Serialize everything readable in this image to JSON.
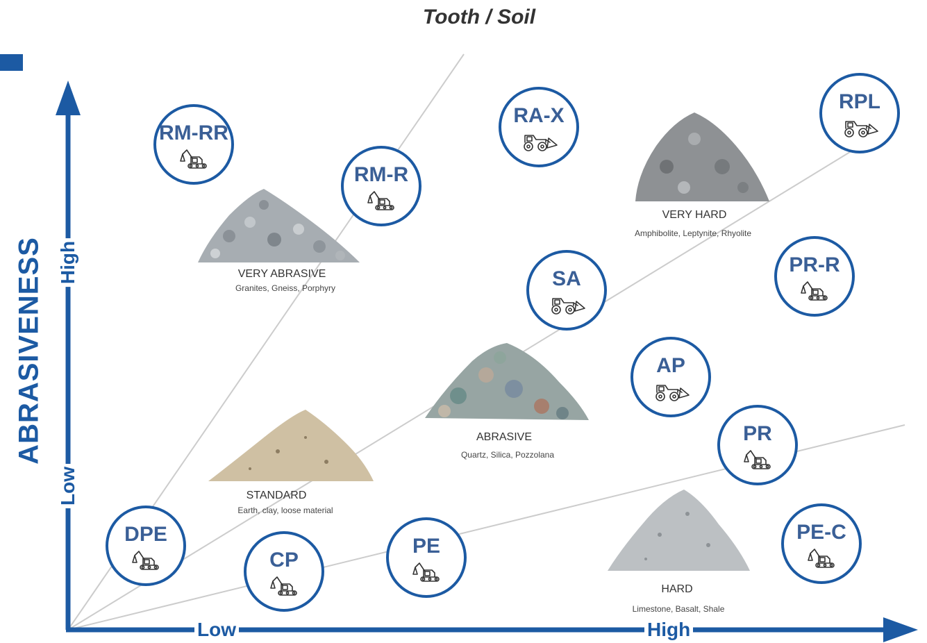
{
  "title": "Tooth / Soil",
  "y_axis": {
    "label": "ABRASIVENESS",
    "low": "Low",
    "high": "High"
  },
  "x_axis": {
    "low": "Low",
    "high": "High"
  },
  "colors": {
    "axis": "#1c5aa3",
    "code_text": "#3a5f96",
    "guide_lines": "#cccccc"
  },
  "products": [
    {
      "code": "RM-RR",
      "machine": "excavator"
    },
    {
      "code": "RM-R",
      "machine": "excavator"
    },
    {
      "code": "RA-X",
      "machine": "loader"
    },
    {
      "code": "RPL",
      "machine": "loader"
    },
    {
      "code": "SA",
      "machine": "loader"
    },
    {
      "code": "PR-R",
      "machine": "excavator"
    },
    {
      "code": "AP",
      "machine": "loader"
    },
    {
      "code": "PR",
      "machine": "excavator"
    },
    {
      "code": "DPE",
      "machine": "excavator"
    },
    {
      "code": "CP",
      "machine": "excavator"
    },
    {
      "code": "PE",
      "machine": "excavator"
    },
    {
      "code": "PE-C",
      "machine": "excavator"
    }
  ],
  "soils": [
    {
      "name": "VERY ABRASIVE",
      "examples": "Granites, Gneiss, Porphyry",
      "color": "#9aa0a6"
    },
    {
      "name": "VERY HARD",
      "examples": "Amphibolite, Leptynite, Rhyolite",
      "color": "#8a8d90"
    },
    {
      "name": "ABRASIVE",
      "examples": "Quartz, Silica, Pozzolana",
      "color": "#8d9e9c"
    },
    {
      "name": "STANDARD",
      "examples": "Earth, clay, loose material",
      "color": "#c8b89a"
    },
    {
      "name": "HARD",
      "examples": "Limestone, Basalt, Shale",
      "color": "#b5b8bb"
    }
  ]
}
